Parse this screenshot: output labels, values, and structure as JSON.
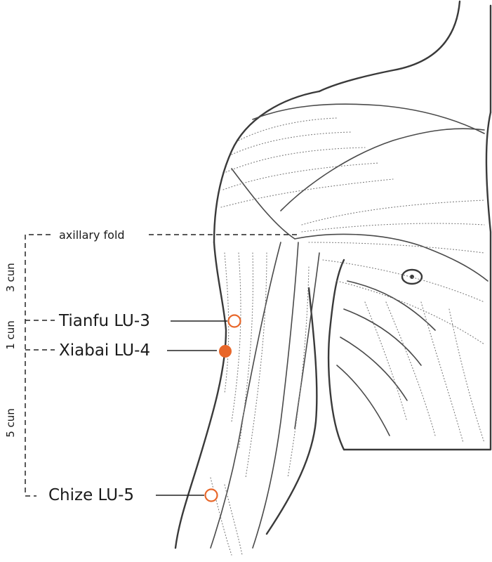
{
  "labels": {
    "axillary_fold": "axillary fold",
    "tianfu": "Tianfu LU-3",
    "xiabai": "Xiabai LU-4",
    "chize": "Chize LU-5"
  },
  "measurements": {
    "upper": "3 cun",
    "middle": "1 cun",
    "lower": "5 cun"
  },
  "colors": {
    "acupoint": "#e8672a",
    "outline": "#3a3a3a"
  },
  "points": {
    "tianfu_style": "hollow",
    "xiabai_style": "filled",
    "chize_style": "hollow"
  }
}
